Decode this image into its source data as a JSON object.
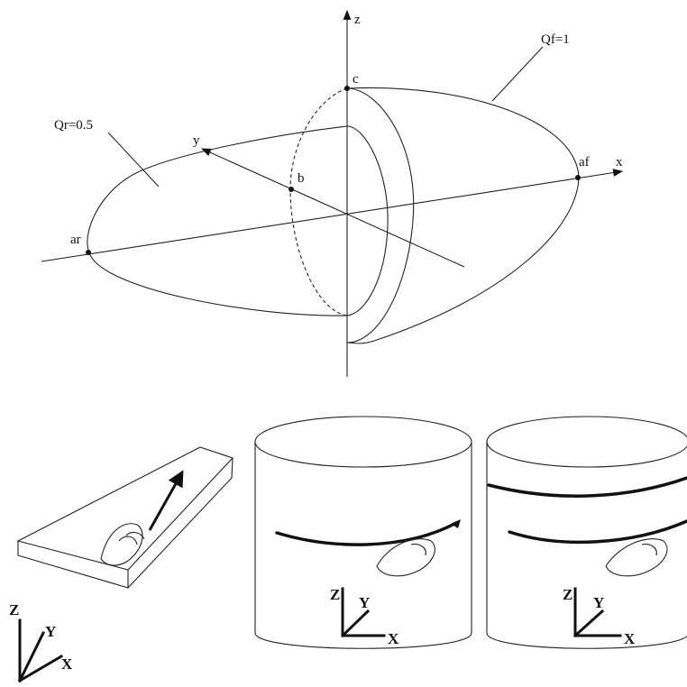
{
  "ellipsoid": {
    "labels": {
      "z": "z",
      "x": "x",
      "y": "y",
      "c": "c",
      "b": "b",
      "af": "af",
      "ar": "ar",
      "qf": "Qf=1",
      "qr": "Qr=0.5"
    }
  },
  "panels": {
    "plate": {
      "axes": {
        "z": "Z",
        "y": "Y",
        "x": "X"
      }
    },
    "pipe_single": {
      "axes": {
        "z": "Z",
        "y": "Y",
        "x": "X"
      }
    },
    "pipe_double": {
      "axes": {
        "z": "Z",
        "y": "Y",
        "x": "X"
      }
    }
  }
}
